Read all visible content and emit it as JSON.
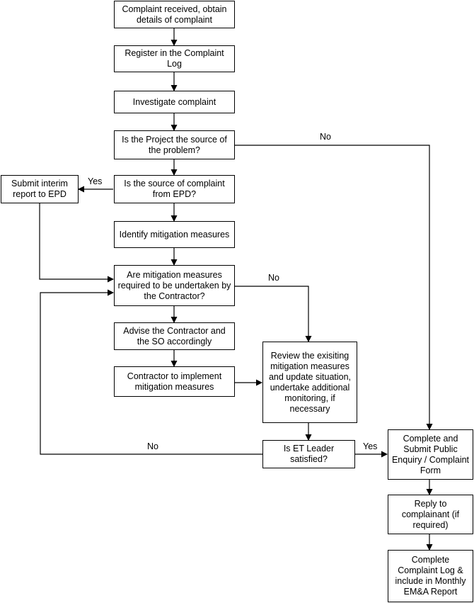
{
  "nodes": {
    "n1": "Complaint received, obtain details of complaint",
    "n2": "Register in the Complaint Log",
    "n3": "Investigate complaint",
    "n4": "Is the Project the source of the problem?",
    "n5": "Is the source of complaint from EPD?",
    "n6": "Submit interim report to EPD",
    "n7": "Identify mitigation measures",
    "n8": "Are mitigation measures required to be undertaken by the Contractor?",
    "n9": "Advise the Contractor and the SO accordingly",
    "n10": "Contractor to implement mitigation measures",
    "n11": "Review the exisiting mitigation measures and update situation, undertake additional monitoring, if necessary",
    "n12": "Is ET Leader satisfied?",
    "n13": "Complete and Submit Public Enquiry / Complaint Form",
    "n14": "Reply to complainant (if required)",
    "n15": "Complete Complaint Log & include in Monthly EM&A Report"
  },
  "edge_labels": {
    "no_project": "No",
    "yes_epd": "Yes",
    "no_contractor": "No",
    "yes_satisfied": "Yes",
    "no_satisfied": "No"
  },
  "colors": {
    "line": "#000000",
    "box_fill": "#ffffff",
    "text": "#000000"
  }
}
